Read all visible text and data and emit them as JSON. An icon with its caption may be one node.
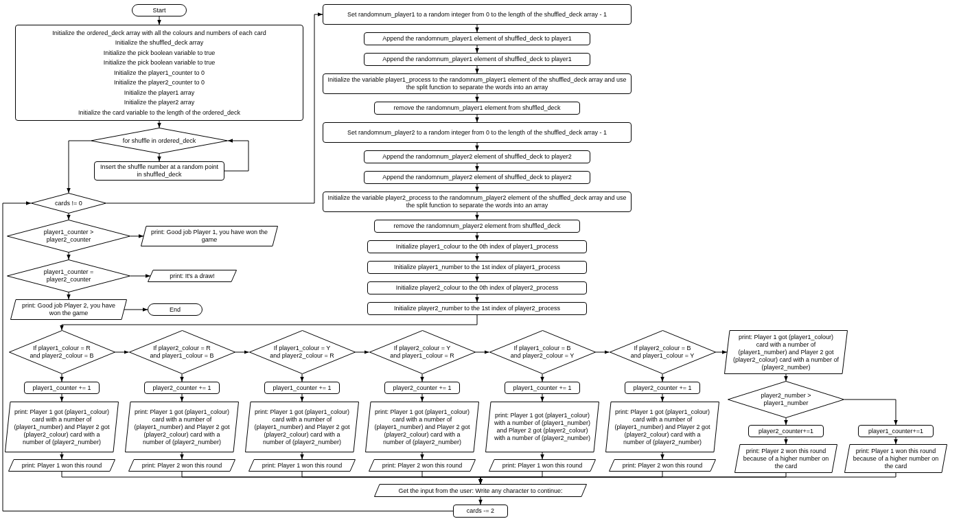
{
  "diagram": {
    "nodes": [
      {
        "text": [
          "Start"
        ]
      },
      {
        "text": [
          "Initialize the ordered_deck array with all the colours and numbers of each card",
          "Initialize the shuffled_deck array",
          "Initialize the pick boolean variable to true",
          "Initialize the pick boolean variable to true",
          "Initialize the player1_counter to 0",
          "Initialize the player2_counter to 0",
          "Initialize the player1 array",
          "Initialize the player2 array",
          "Initialize the card variable to the length of the ordered_deck"
        ]
      },
      {
        "text": [
          "for shuffle in ordered_deck"
        ]
      },
      {
        "text": [
          "Insert the shuffle number at a random point in shuffled_deck"
        ]
      },
      {
        "text": [
          "cards != 0"
        ]
      },
      {
        "text": [
          "player1_counter > player2_counter"
        ]
      },
      {
        "text": [
          "player1_counter = player2_counter"
        ]
      },
      {
        "text": [
          "print: It's a draw!"
        ]
      },
      {
        "text": [
          "print: Good job Player 1, you have won the game"
        ]
      },
      {
        "text": [
          "print: Good job Player 2, you have won the game"
        ]
      },
      {
        "text": [
          "End"
        ]
      },
      {
        "text": [
          "Set randomnum_player1 to a random integer from 0 to the length of the shuffled_deck array - 1"
        ]
      },
      {
        "text": [
          "Append the randomnum_player1 element of shuffled_deck to player1"
        ]
      },
      {
        "text": [
          "Append the randomnum_player1 element of shuffled_deck to player1"
        ]
      },
      {
        "text": [
          "Initialize the variable player1_process to the randomnum_player1 element of the shuffled_deck array and use the split function to separate the words into an array"
        ]
      },
      {
        "text": [
          "remove the randomnum_player1 element from shuffled_deck"
        ]
      },
      {
        "text": [
          "Set randomnum_player2 to a random integer from 0 to the length of the shuffled_deck array - 1"
        ]
      },
      {
        "text": [
          "Append the randomnum_player2 element of shuffled_deck to player2"
        ]
      },
      {
        "text": [
          "Append the randomnum_player2 element of shuffled_deck to player2"
        ]
      },
      {
        "text": [
          "Initialize the variable player2_process to the randomnum_player2 element of the shuffled_deck array and use the split function to separate the words into an array"
        ]
      },
      {
        "text": [
          "remove the randomnum_player2 element from shuffled_deck"
        ]
      },
      {
        "text": [
          "Initialize player1_colour to the 0th index of player1_process"
        ]
      },
      {
        "text": [
          "Initialize player1_number to the 1st index of player1_process"
        ]
      },
      {
        "text": [
          "Initialize player2_colour to the 0th index of player2_process"
        ]
      },
      {
        "text": [
          "Initialize player2_number to the 1st index of player2_process"
        ]
      },
      {
        "text": [
          "If player1_colour = R and player2_colour = B"
        ]
      },
      {
        "text": [
          "player1_counter += 1"
        ]
      },
      {
        "text": [
          "print: Player 1 got (player1_colour) card with a number of (player1_number) and Player 2 got (player2_colour) card with a number of (player2_number)"
        ]
      },
      {
        "text": [
          "print: Player 1 won this round"
        ]
      },
      {
        "text": [
          "If player2_colour = R and player1_colour = B"
        ]
      },
      {
        "text": [
          "player2_counter += 1"
        ]
      },
      {
        "text": [
          "print: Player 1 got (player1_colour) card with a number of (player1_number) and Player 2 got (player2_colour) card with a number of (player2_number)"
        ]
      },
      {
        "text": [
          "print: Player 2 won this round"
        ]
      },
      {
        "text": [
          "If player1_colour = Y and player2_colour = R"
        ]
      },
      {
        "text": [
          "player1_counter += 1"
        ]
      },
      {
        "text": [
          "print: Player 1 got (player1_colour) card with a number of (player1_number) and Player 2 got (player2_colour) card with a number of (player2_number)"
        ]
      },
      {
        "text": [
          "print: Player 1 won this round"
        ]
      },
      {
        "text": [
          "If player2_colour = Y and player1_colour = R"
        ]
      },
      {
        "text": [
          "player2_counter += 1"
        ]
      },
      {
        "text": [
          "print: Player 1 got (player1_colour) card with a number of (player1_number) and Player 2 got (player2_colour) card with a number of (player2_number)"
        ]
      },
      {
        "text": [
          "print: Player 2 won this round"
        ]
      },
      {
        "text": [
          "If player1_colour = B and player2_colour = Y"
        ]
      },
      {
        "text": [
          "player1_counter += 1"
        ]
      },
      {
        "text": [
          "print: Player 1 got (player1_colour) with a number of (player1_number) and Player 2 got (player2_colour) with a number of (player2_number)"
        ]
      },
      {
        "text": [
          "print: Player 1 won this round"
        ]
      },
      {
        "text": [
          "If player2_colour = B and player1_colour = Y"
        ]
      },
      {
        "text": [
          "player2_counter += 1"
        ]
      },
      {
        "text": [
          "print: Player 1 got (player1_colour) card with a number of (player1_number) and Player 2 got (player2_colour) card with a number of (player2_number)"
        ]
      },
      {
        "text": [
          "print: Player 2 won this round"
        ]
      },
      {
        "text": [
          "print: Player 1 got (player1_colour) card with a number of (player1_number) and Player 2 got (player2_colour) card with a number of (player2_number)"
        ]
      },
      {
        "text": [
          "player2_number > player1_number"
        ]
      },
      {
        "text": [
          "player2_counter+=1"
        ]
      },
      {
        "text": [
          "print: Player 2 won this round because of a higher number on the card"
        ]
      },
      {
        "text": [
          "player1_counter+=1"
        ]
      },
      {
        "text": [
          "print: Player 1 won this round because of a higher number on the card"
        ]
      },
      {
        "text": [
          "Get the input from the user: Write any character to continue:"
        ]
      },
      {
        "text": [
          "cards -= 2"
        ]
      }
    ],
    "edges": [
      {
        "from": 0,
        "to": 1,
        "arrow": "to"
      },
      {
        "from": 1,
        "to": 2,
        "arrow": "to"
      },
      {
        "from": 2,
        "to": 3,
        "arrow": "to"
      },
      {
        "from": 3,
        "to": 2,
        "arrow": "to"
      },
      {
        "from": 2,
        "to": 4,
        "arrow": "to"
      },
      {
        "from": 4,
        "to": 5,
        "arrow": "to"
      },
      {
        "from": 4,
        "to": 11,
        "arrow": "to"
      },
      {
        "from": 5,
        "to": 6,
        "arrow": "to"
      },
      {
        "from": 5,
        "to": 8,
        "arrow": "to"
      },
      {
        "from": 6,
        "to": 7,
        "arrow": "to"
      },
      {
        "from": 6,
        "to": 9,
        "arrow": "to"
      },
      {
        "from": 9,
        "to": 10,
        "arrow": "to"
      },
      {
        "from": 11,
        "to": 12,
        "arrow": "to"
      },
      {
        "from": 12,
        "to": 13,
        "arrow": "to"
      },
      {
        "from": 13,
        "to": 14,
        "arrow": "to"
      },
      {
        "from": 14,
        "to": 15,
        "arrow": "to"
      },
      {
        "from": 15,
        "to": 16,
        "arrow": "to"
      },
      {
        "from": 16,
        "to": 17,
        "arrow": "to"
      },
      {
        "from": 17,
        "to": 18,
        "arrow": "to"
      },
      {
        "from": 18,
        "to": 19,
        "arrow": "to"
      },
      {
        "from": 19,
        "to": 20,
        "arrow": "to"
      },
      {
        "from": 20,
        "to": 21,
        "arrow": "to"
      },
      {
        "from": 21,
        "to": 22,
        "arrow": "to"
      },
      {
        "from": 22,
        "to": 23,
        "arrow": "to"
      },
      {
        "from": 23,
        "to": 24,
        "arrow": "to"
      },
      {
        "from": 24,
        "to": 25,
        "arrow": "to"
      },
      {
        "from": 25,
        "to": 26,
        "arrow": "to"
      },
      {
        "from": 26,
        "to": 27,
        "arrow": "to"
      },
      {
        "from": 27,
        "to": 28,
        "arrow": "to"
      },
      {
        "from": 25,
        "to": 29,
        "arrow": "to"
      },
      {
        "from": 29,
        "to": 30,
        "arrow": "to"
      },
      {
        "from": 30,
        "to": 31,
        "arrow": "to"
      },
      {
        "from": 31,
        "to": 32,
        "arrow": "to"
      },
      {
        "from": 29,
        "to": 33,
        "arrow": "to"
      },
      {
        "from": 33,
        "to": 34,
        "arrow": "to"
      },
      {
        "from": 34,
        "to": 35,
        "arrow": "to"
      },
      {
        "from": 35,
        "to": 36,
        "arrow": "to"
      },
      {
        "from": 33,
        "to": 37,
        "arrow": "to"
      },
      {
        "from": 37,
        "to": 38,
        "arrow": "to"
      },
      {
        "from": 38,
        "to": 39,
        "arrow": "to"
      },
      {
        "from": 39,
        "to": 40,
        "arrow": "to"
      },
      {
        "from": 37,
        "to": 41,
        "arrow": "to"
      },
      {
        "from": 41,
        "to": 42,
        "arrow": "to"
      },
      {
        "from": 42,
        "to": 43,
        "arrow": "to"
      },
      {
        "from": 43,
        "to": 44,
        "arrow": "to"
      },
      {
        "from": 41,
        "to": 45,
        "arrow": "to"
      },
      {
        "from": 45,
        "to": 46,
        "arrow": "to"
      },
      {
        "from": 46,
        "to": 47,
        "arrow": "to"
      },
      {
        "from": 47,
        "to": 48,
        "arrow": "to"
      },
      {
        "from": 45,
        "to": 49,
        "arrow": "to"
      },
      {
        "from": 49,
        "to": 50,
        "arrow": "to"
      },
      {
        "from": 50,
        "to": 51,
        "arrow": "to"
      },
      {
        "from": 51,
        "to": 52,
        "arrow": "to"
      },
      {
        "from": 50,
        "to": 53,
        "arrow": "to"
      },
      {
        "from": 53,
        "to": 54,
        "arrow": "to"
      },
      {
        "from": 28,
        "to": 55,
        "arrow": "to"
      },
      {
        "from": 32,
        "to": 55,
        "arrow": "to"
      },
      {
        "from": 36,
        "to": 55,
        "arrow": "to"
      },
      {
        "from": 40,
        "to": 55,
        "arrow": "to"
      },
      {
        "from": 44,
        "to": 55,
        "arrow": "to"
      },
      {
        "from": 48,
        "to": 55,
        "arrow": "to"
      },
      {
        "from": 52,
        "to": 55,
        "arrow": "to"
      },
      {
        "from": 54,
        "to": 55,
        "arrow": "to"
      },
      {
        "from": 55,
        "to": 56,
        "arrow": "to"
      },
      {
        "from": 56,
        "to": 4,
        "arrow": "to"
      }
    ]
  }
}
